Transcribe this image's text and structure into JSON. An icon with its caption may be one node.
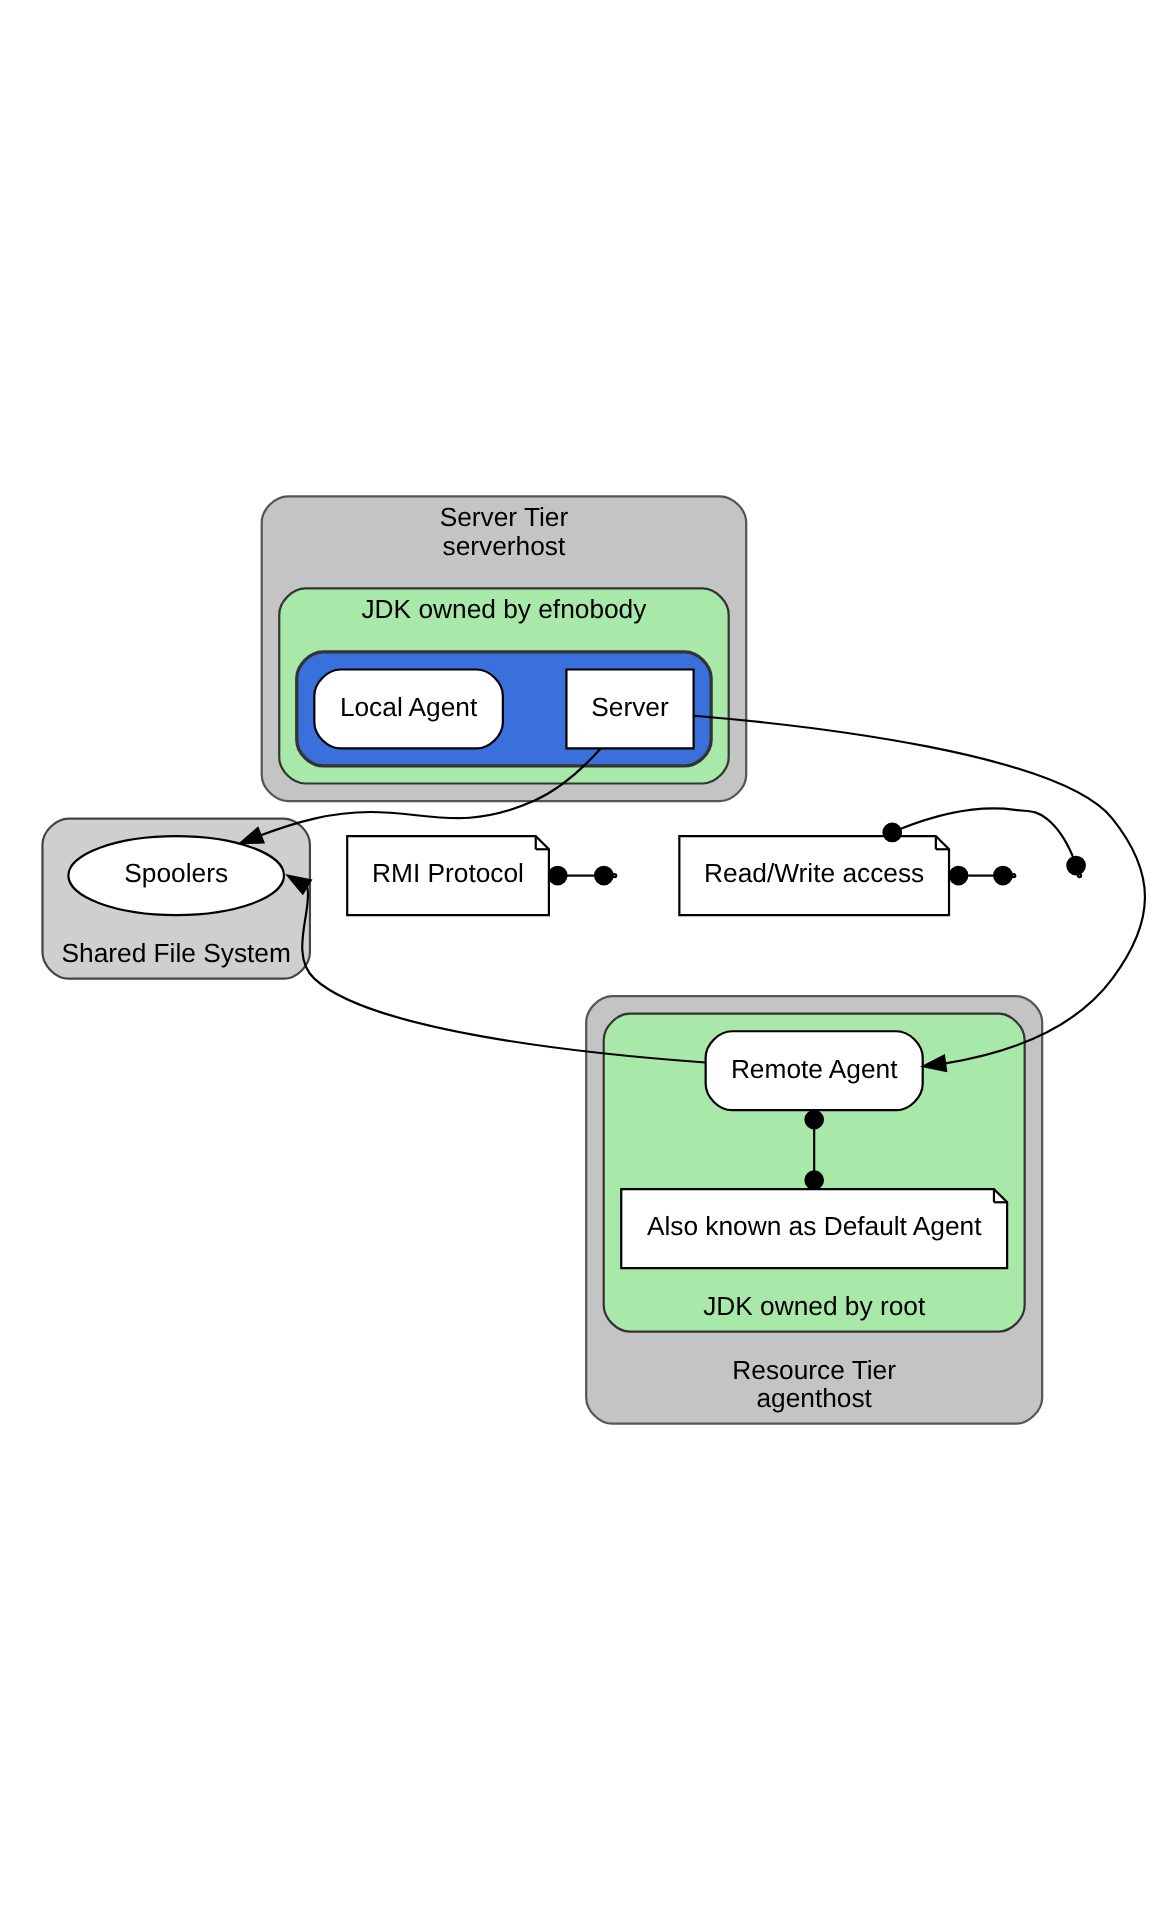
{
  "diagram": {
    "nodes": [
      {
        "text": [
          "Server Tier",
          "serverhost"
        ]
      },
      {
        "text": [
          "JDK owned by efnobody"
        ],
        "in": 0
      },
      {
        "text": [],
        "shape": "ellipse",
        "in": 1
      },
      {
        "text": [
          "Server"
        ],
        "in": 2
      },
      {
        "text": [
          "Local Agent"
        ],
        "in": 2
      },
      {
        "text": [
          "Shared File System"
        ]
      },
      {
        "text": [
          "Spoolers"
        ],
        "in": 5
      },
      {
        "text": [
          "RMI Protocol"
        ]
      },
      {
        "text": [
          "Read/Write access"
        ]
      },
      {
        "text": [
          "Resource Tier",
          "agenthost"
        ]
      },
      {
        "text": [
          "JDK owned by root"
        ],
        "in": 9
      },
      {
        "text": [
          "Remote Agent"
        ],
        "in": 10
      },
      {
        "text": [
          "Also known as Default Agent"
        ],
        "in": 10
      }
    ],
    "edges": [
      {
        "from": 3,
        "to": 11,
        "arrow": "to"
      },
      {
        "from": 3,
        "to": 6,
        "arrow": "to"
      },
      {
        "from": 11,
        "to": 6,
        "arrow": "to"
      },
      {
        "from": 7,
        "to": null,
        "arrow": "other"
      },
      {
        "from": 8,
        "to": null,
        "arrow": "other"
      },
      {
        "from": 8,
        "to": null,
        "arrow": "other"
      },
      {
        "from": 11,
        "to": 12,
        "arrow": "other"
      }
    ]
  }
}
